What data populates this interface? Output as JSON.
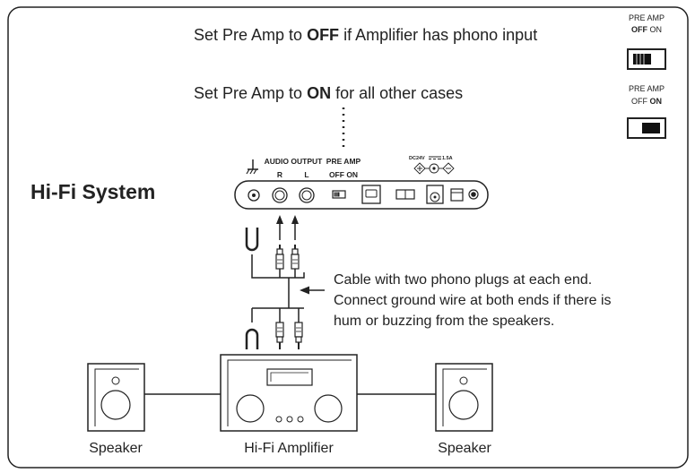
{
  "instructions": {
    "off_line": {
      "prefix": "Set Pre Amp to ",
      "emphasis": "OFF",
      "suffix": " if Amplifier has phono input"
    },
    "on_line": {
      "prefix": "Set Pre Amp to ",
      "emphasis": "ON",
      "suffix": " for all other cases"
    }
  },
  "switch_states": {
    "off": {
      "title": "PRE AMP",
      "off_label": "OFF",
      "on_label": "ON",
      "active": "OFF"
    },
    "on": {
      "title": "PRE AMP",
      "off_label": "OFF",
      "on_label": "ON",
      "active": "ON"
    }
  },
  "rear_panel": {
    "audio_output_label": "AUDIO OUTPUT",
    "channel_r": "R",
    "channel_l": "L",
    "preamp_label": "PRE AMP",
    "preamp_off": "OFF",
    "preamp_on": "ON",
    "power_label": "DC24V",
    "power_current": "1.5A"
  },
  "system_label": "Hi-Fi System",
  "cable_note": {
    "line1": "Cable with two phono plugs at each end.",
    "line2": "Connect ground wire at both ends if there is",
    "line3": "hum or buzzing from the speakers."
  },
  "devices": {
    "speaker_left": "Speaker",
    "amplifier": "Hi-Fi Amplifier",
    "speaker_right": "Speaker"
  },
  "colors": {
    "stroke": "#222222",
    "switch_fill": "#111111"
  }
}
